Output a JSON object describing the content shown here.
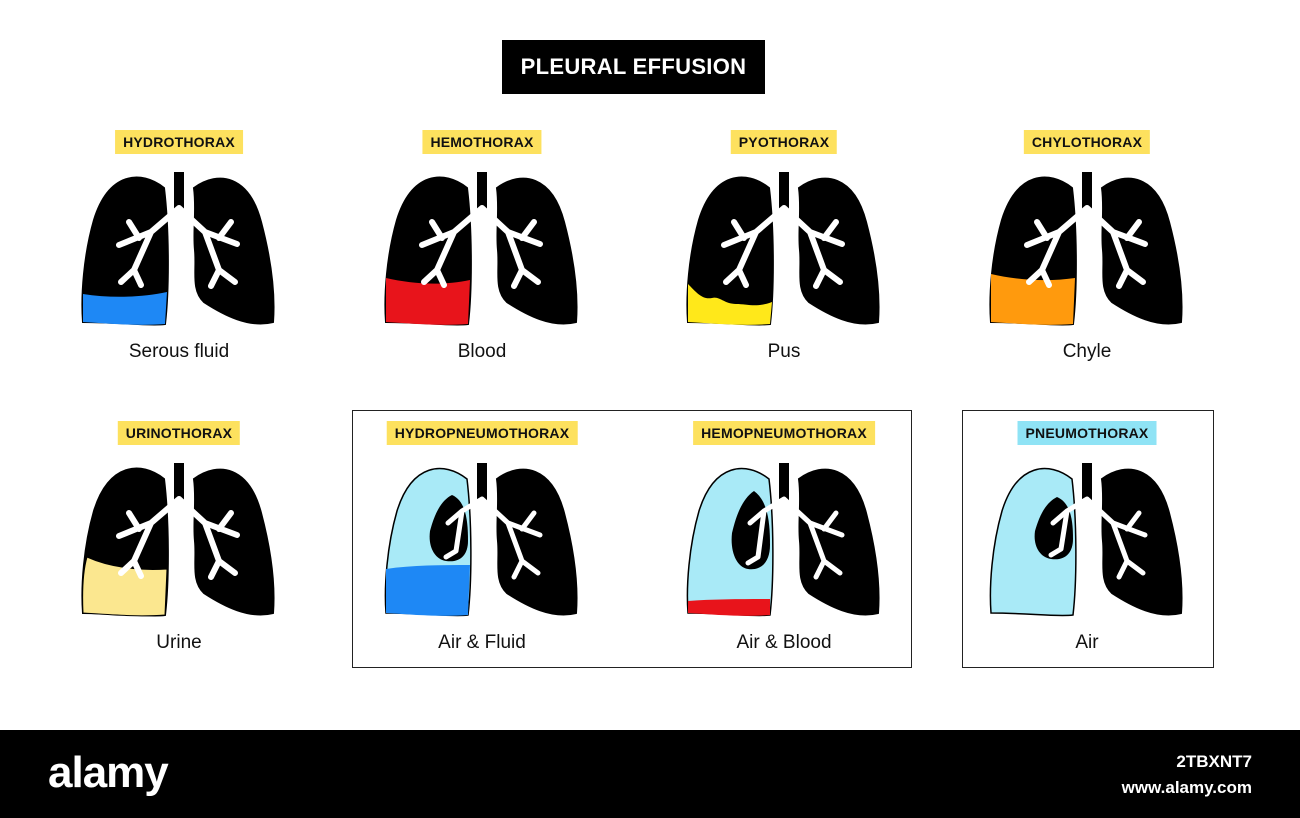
{
  "title": "PLEURAL EFFUSION",
  "colors": {
    "tag_yellow": "#fde15e",
    "tag_blue": "#8fe3f5",
    "lung": "#000000",
    "airway": "#ffffff",
    "serous": "#1e88f5",
    "blood": "#e8141b",
    "pus": "#ffe81a",
    "chyle": "#ff9a0d",
    "urine": "#fbe78f",
    "air": "#a9eaf7"
  },
  "conditions": [
    {
      "tag": "HYDROTHORAX",
      "caption": "Serous fluid"
    },
    {
      "tag": "HEMOTHORAX",
      "caption": "Blood"
    },
    {
      "tag": "PYOTHORAX",
      "caption": "Pus"
    },
    {
      "tag": "CHYLOTHORAX",
      "caption": "Chyle"
    },
    {
      "tag": "URINOTHORAX",
      "caption": "Urine"
    },
    {
      "tag": "HYDROPNEUMOTHORAX",
      "caption": "Air & Fluid"
    },
    {
      "tag": "HEMOPNEUMOTHORAX",
      "caption": "Air & Blood"
    },
    {
      "tag": "PNEUMOTHORAX",
      "caption": "Air"
    }
  ],
  "watermark": {
    "logo": "alamy",
    "image_id": "2TBXNT7",
    "url": "www.alamy.com"
  }
}
